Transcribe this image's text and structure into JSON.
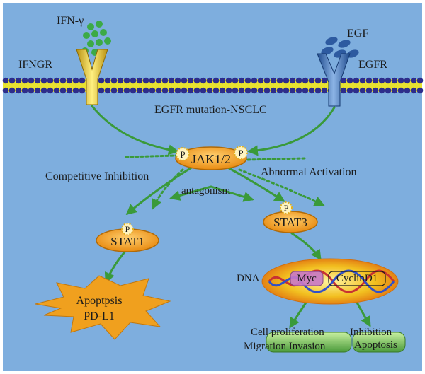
{
  "labels": {
    "ifn_gamma": "IFN-γ",
    "ifngr": "IFNGR",
    "egf": "EGF",
    "egfr": "EGFR",
    "egfr_mutation": "EGFR mutation-NSCLC",
    "jak": "JAK1/2",
    "phospho": "P",
    "competitive_inhibition": "Competitive Inhibition",
    "abnormal_activation": "Abnormal Activation",
    "antagonism": "antagonism",
    "stat1": "STAT1",
    "stat3": "STAT3",
    "apoptosis": "Apoptpsis",
    "pdl1": "PD-L1",
    "dna": "DNA",
    "myc": "Myc",
    "cyclind1": "CyclinD1",
    "cell_proliferation": "Cell proliferation",
    "migration_invasion": "Migration Invasion",
    "inhibition": "Inhibition",
    "apoptosis2": "Apoptosis"
  },
  "colors": {
    "background": "#7eaede",
    "membrane_head": "#2d2d8c",
    "membrane_tail": "#e8e230",
    "arrow": "#3a9a3a",
    "node_fill": "#f0a01e",
    "ifngr_receptor": "#e6c81e",
    "egfr_receptor": "#3c6eb4",
    "ifn_particle": "#3caa46",
    "egf_particle": "#2d5aa0",
    "star": "#f0a01e",
    "outcome_box": "#8cc864"
  }
}
